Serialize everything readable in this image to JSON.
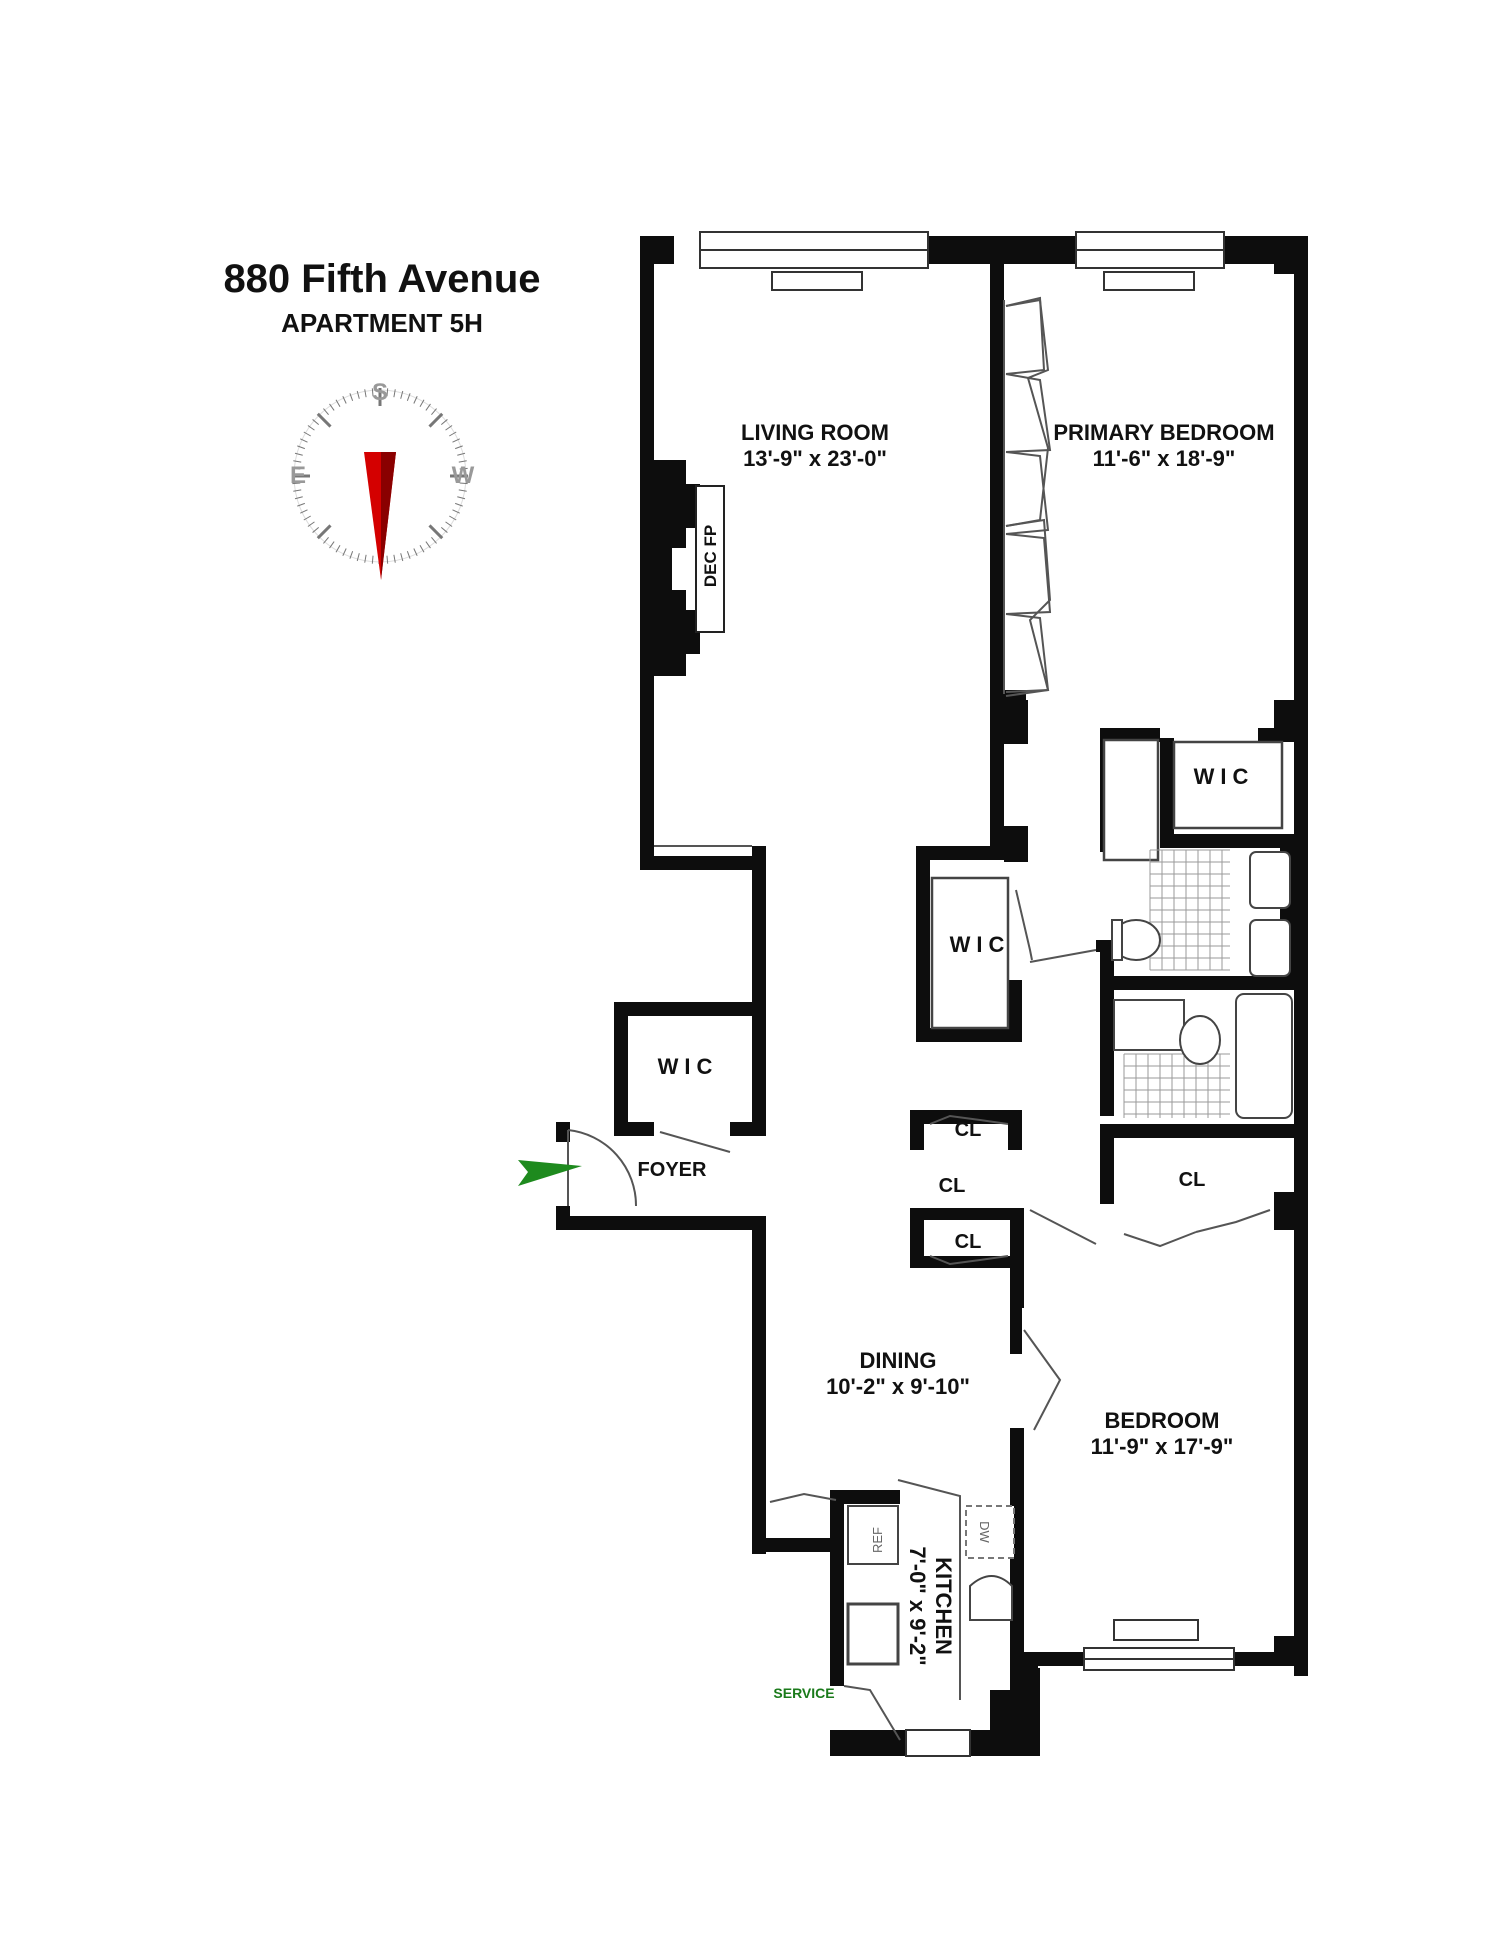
{
  "title": "880 Fifth Avenue",
  "subtitle": "APARTMENT 5H",
  "compass": {
    "labels": {
      "top": "S",
      "left": "E",
      "right": "W"
    },
    "needle_color": "#d40000"
  },
  "entry_arrow_color": "#1e8a1e",
  "service_color": "#1a7a1a",
  "rooms": {
    "living": {
      "name": "LIVING ROOM",
      "dims": "13'-9\" x 23'-0\""
    },
    "dec_fp": "DEC FP",
    "primary": {
      "name": "PRIMARY BEDROOM",
      "dims": "11'-6\" x 18'-9\""
    },
    "wic_primary": "WIC",
    "wic_hall": "WIC",
    "wic_foyer": "WIC",
    "foyer": "FOYER",
    "cl_top": "CL",
    "cl_mid": "CL",
    "cl_bottom": "CL",
    "cl_bedroom": "CL",
    "dining": {
      "name": "DINING",
      "dims": "10'-2\" x 9'-10\""
    },
    "bedroom": {
      "name": "BEDROOM",
      "dims": "11'-9\" x 17'-9\""
    },
    "kitchen": {
      "name": "KITCHEN",
      "dims": "7'-0\" x 9'-2\""
    },
    "ref": "REF",
    "dw": "DW",
    "service": "SERVICE"
  }
}
